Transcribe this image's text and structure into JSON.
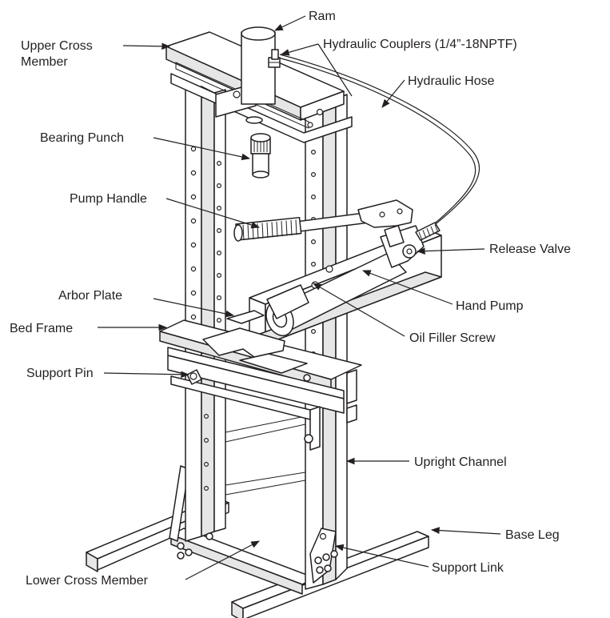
{
  "labels": {
    "ram": "Ram",
    "upper_cross_member_1": "Upper Cross",
    "upper_cross_member_2": "Member",
    "hydraulic_couplers": "Hydraulic Couplers (1/4”-18NPTF)",
    "hydraulic_hose": "Hydraulic Hose",
    "bearing_punch": "Bearing Punch",
    "pump_handle": "Pump Handle",
    "release_valve": "Release Valve",
    "arbor_plate": "Arbor Plate",
    "hand_pump": "Hand Pump",
    "bed_frame": "Bed Frame",
    "oil_filler_screw": "Oil Filler Screw",
    "support_pin": "Support Pin",
    "upright_channel": "Upright Channel",
    "base_leg": "Base Leg",
    "lower_cross_member": "Lower Cross Member",
    "support_link": "Support Link"
  }
}
